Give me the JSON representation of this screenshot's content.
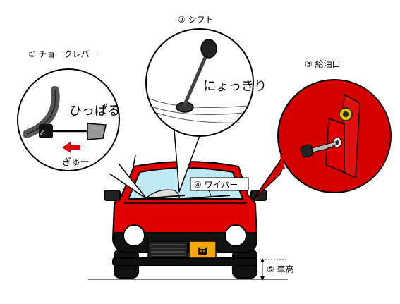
{
  "labels": {
    "choke": "① チョークレバー",
    "shift": "② シフト",
    "fuel": "③ 給油口",
    "wiper": "④ ワイパー",
    "height": "⑤ 車高"
  },
  "callouts": {
    "choke_pull": "ひっぱる",
    "choke_sound": "ぎゅー",
    "shift_note": "にょっきり"
  },
  "colors": {
    "car_body": "#e00000",
    "fuel_bg": "#d40000",
    "plate": "#f5a800",
    "outline": "#000000",
    "arrow": "#e00000"
  },
  "icons": {
    "plate_mark": "cat-face-icon",
    "key": "key-icon"
  }
}
